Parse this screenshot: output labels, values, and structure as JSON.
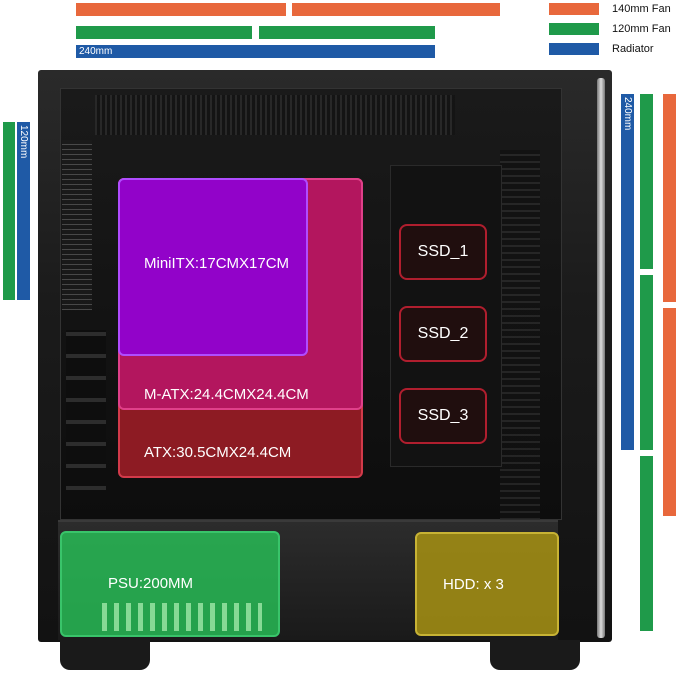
{
  "legend": [
    {
      "label": "140mm Fan",
      "color": "#e8683c"
    },
    {
      "label": "120mm Fan",
      "color": "#1f9a4a"
    },
    {
      "label": "Radiator",
      "color": "#1f5aa6"
    }
  ],
  "top_radiator_label": "240mm",
  "left_radiator_label": "120mm",
  "right_radiator_label": "240mm",
  "zones": {
    "mini_itx": "MiniITX:17CMX17CM",
    "m_atx": "M-ATX:24.4CMX24.4CM",
    "atx": "ATX:30.5CMX24.4CM"
  },
  "ssd": [
    "SSD_1",
    "SSD_2",
    "SSD_3"
  ],
  "psu": "PSU:200MM",
  "hdd": "HDD: x 3"
}
